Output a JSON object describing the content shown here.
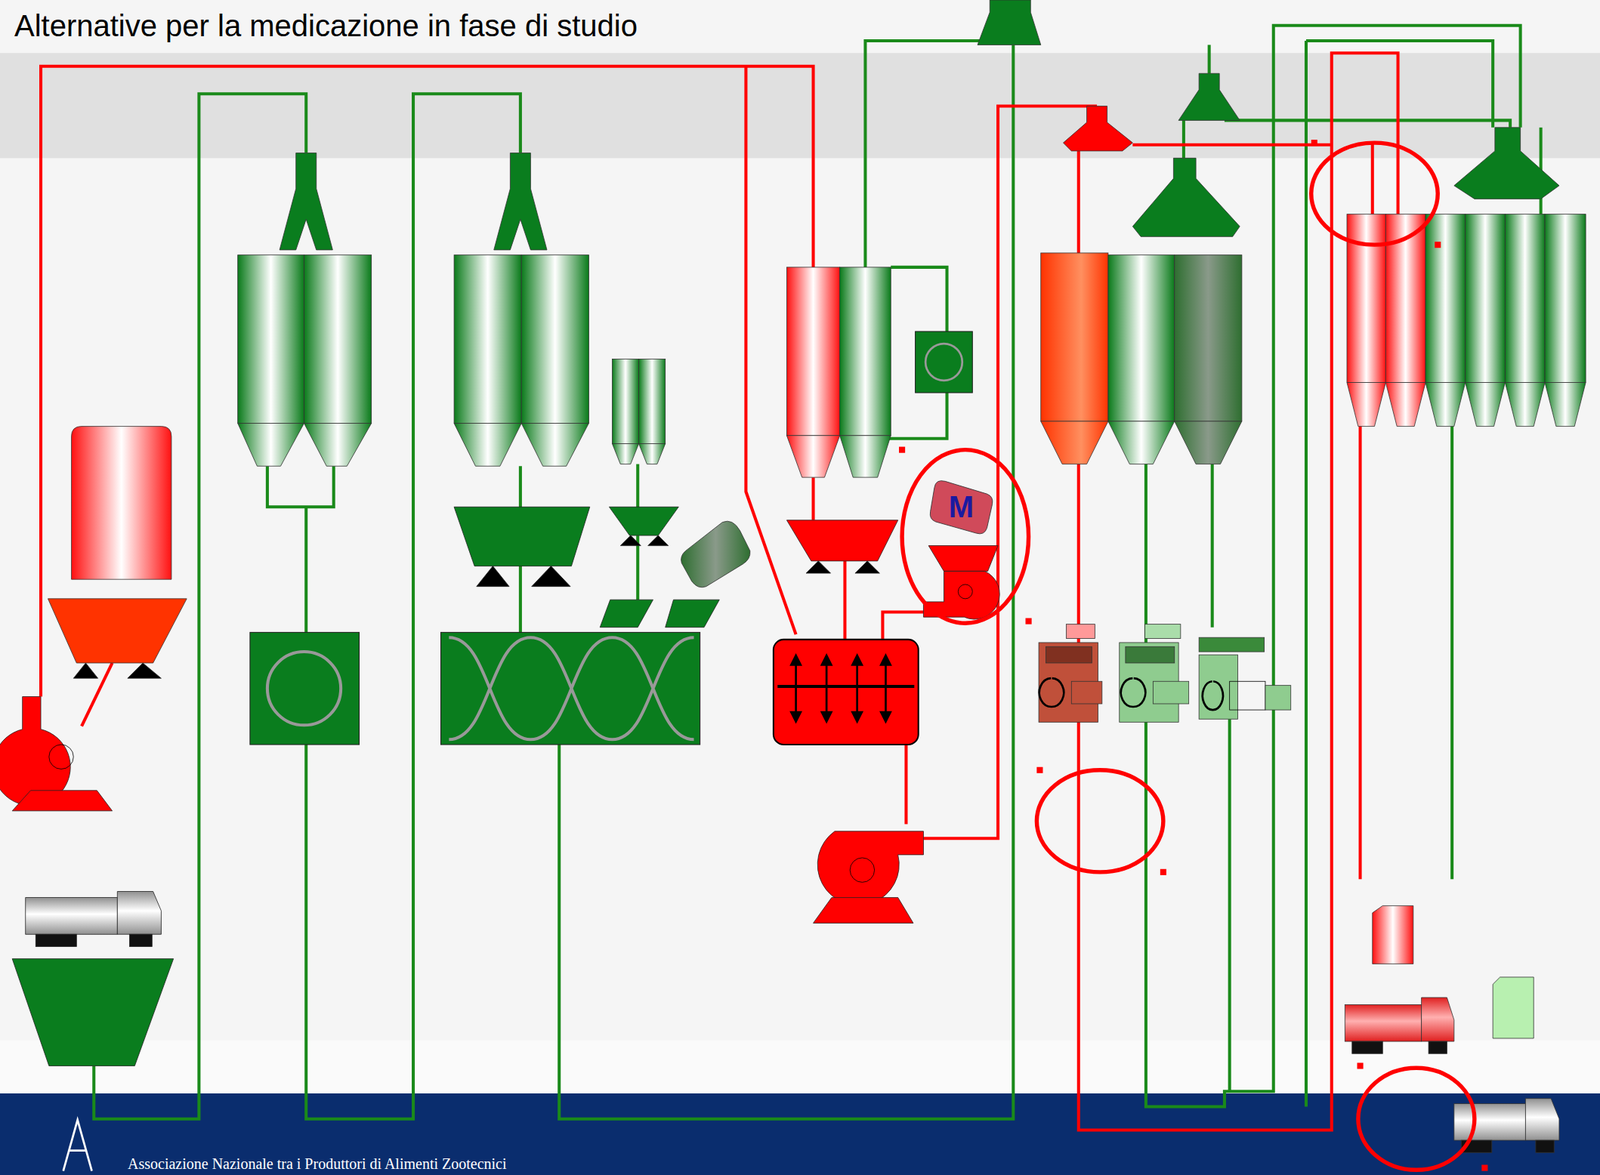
{
  "diagram": {
    "title": "Alternative per la medicazione in fase di studio",
    "nodes": [
      {
        "text": [
          "M"
        ]
      }
    ],
    "labels": [
      "Associazione Nazionale tra i Produttori di Alimenti Zootecnici"
    ]
  }
}
